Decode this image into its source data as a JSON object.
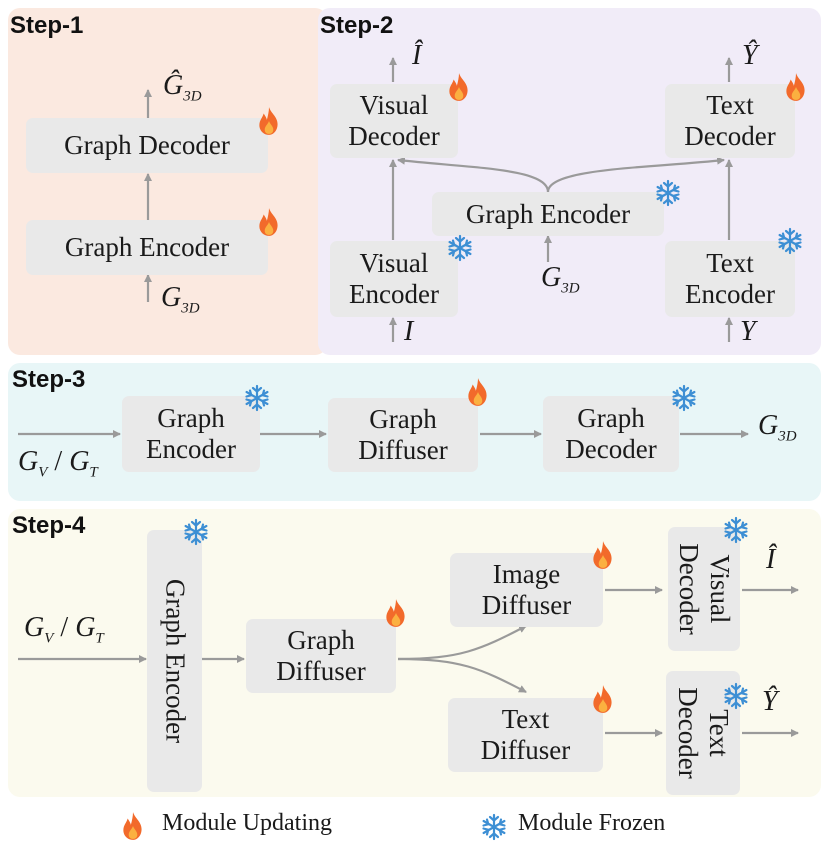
{
  "steps": [
    {
      "title": "Step-1"
    },
    {
      "title": "Step-2"
    },
    {
      "title": "Step-3"
    },
    {
      "title": "Step-4"
    }
  ],
  "step1": {
    "graph_decoder": "Graph Decoder",
    "graph_encoder": "Graph Encoder",
    "output": {
      "base": "Ĝ",
      "sub": "3D"
    },
    "input": {
      "base": "G",
      "sub": "3D"
    }
  },
  "step2": {
    "visual_decoder": "Visual\nDecoder",
    "text_decoder": "Text\nDecoder",
    "graph_encoder": "Graph Encoder",
    "visual_encoder": "Visual\nEncoder",
    "text_encoder": "Text\nEncoder",
    "out_image": "Î",
    "out_text": "Ŷ",
    "input_graph": {
      "base": "G",
      "sub": "3D"
    },
    "input_image": "I",
    "input_text": "Y"
  },
  "step3": {
    "graph_encoder": "Graph\nEncoder",
    "graph_diffuser": "Graph\nDiffuser",
    "graph_decoder": "Graph\nDecoder",
    "input": {
      "g1": "G",
      "s1": "V",
      "sep": " / ",
      "g2": "G",
      "s2": "T"
    },
    "output": {
      "base": "G",
      "sub": "3D"
    }
  },
  "step4": {
    "graph_encoder": "Graph Encoder",
    "graph_diffuser": "Graph\nDiffuser",
    "image_diffuser": "Image\nDiffuser",
    "text_diffuser": "Text\nDiffuser",
    "visual_decoder": "Visual\nDecoder",
    "text_decoder": "Text\nDecoder",
    "input": {
      "g1": "G",
      "s1": "V",
      "sep": " / ",
      "g2": "G",
      "s2": "T"
    },
    "out_image": "Î",
    "out_text": "Ŷ"
  },
  "legend": {
    "updating": "Module Updating",
    "frozen": "Module Frozen"
  },
  "colors": {
    "step1_bg": "#fbe9e0",
    "step2_bg": "#f1ecf8",
    "step3_bg": "#e8f6f7",
    "step4_bg": "#fbfaee",
    "box": "#e9e9e9",
    "arrow": "#9a9a9a",
    "fire": "#f26a2b",
    "snow": "#3d8fd4"
  },
  "icons": {
    "updating": "fire-icon",
    "frozen": "snowflake-icon"
  }
}
